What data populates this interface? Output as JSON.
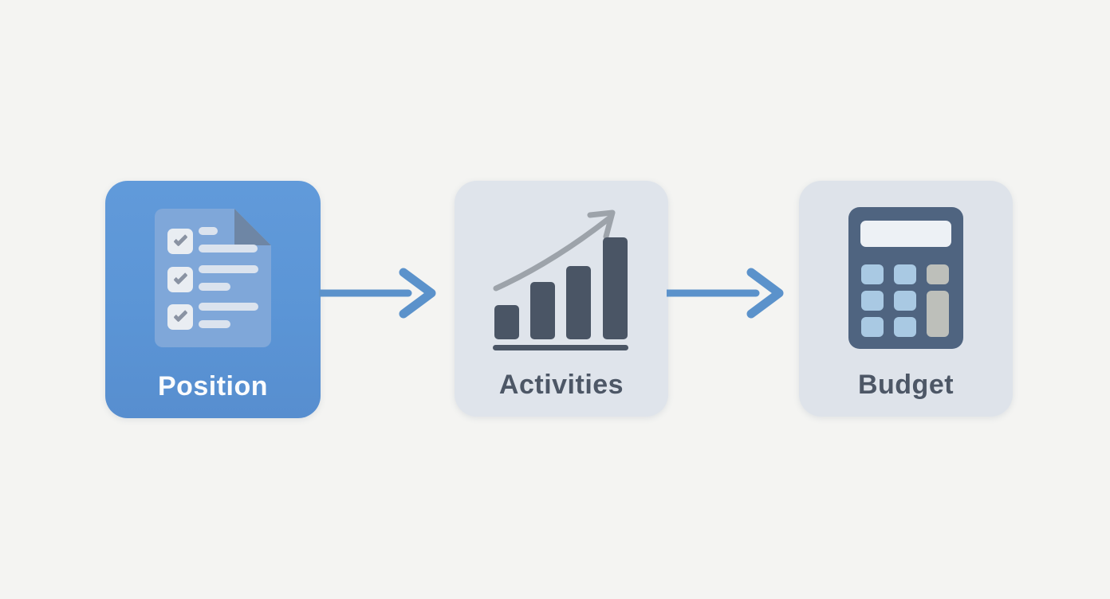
{
  "page": {
    "background_color": "#F4F4F2",
    "kind": "process-flow-diagram"
  },
  "diagram": {
    "type": "flow",
    "direction": "left-to-right",
    "steps": [
      {
        "id": "position",
        "label": "Position",
        "icon": "checklist-document-icon",
        "card_color": "#5B95D6",
        "label_color": "#FBFCFD"
      },
      {
        "id": "activities",
        "label": "Activities",
        "icon": "growth-bar-chart-icon",
        "card_color": "#DFE4EB",
        "label_color": "#4D5766"
      },
      {
        "id": "budget",
        "label": "Budget",
        "icon": "calculator-icon",
        "card_color": "#DEE3EA",
        "label_color": "#4D5766"
      }
    ],
    "connectors": [
      {
        "from": "Position",
        "to": "Activities",
        "style": "arrow-right",
        "color": "#5B92CB"
      },
      {
        "from": "Activities",
        "to": "Budget",
        "style": "arrow-right",
        "color": "#5B92CB"
      }
    ],
    "accent_colors": {
      "arrow_blue": "#5B92CB",
      "icon_dark_slate": "#4A5565",
      "trend_arrow_gray": "#9DA3AA",
      "calculator_body": "#4F6480",
      "calculator_button_blue": "#A9C9E3",
      "calculator_button_gray": "#BDBFBA",
      "document_paper": "#7FA7D9",
      "document_fold": "#6E86A5",
      "checkbox_fill": "#E9EDF2",
      "checkmark_gray": "#8A93A3"
    }
  }
}
